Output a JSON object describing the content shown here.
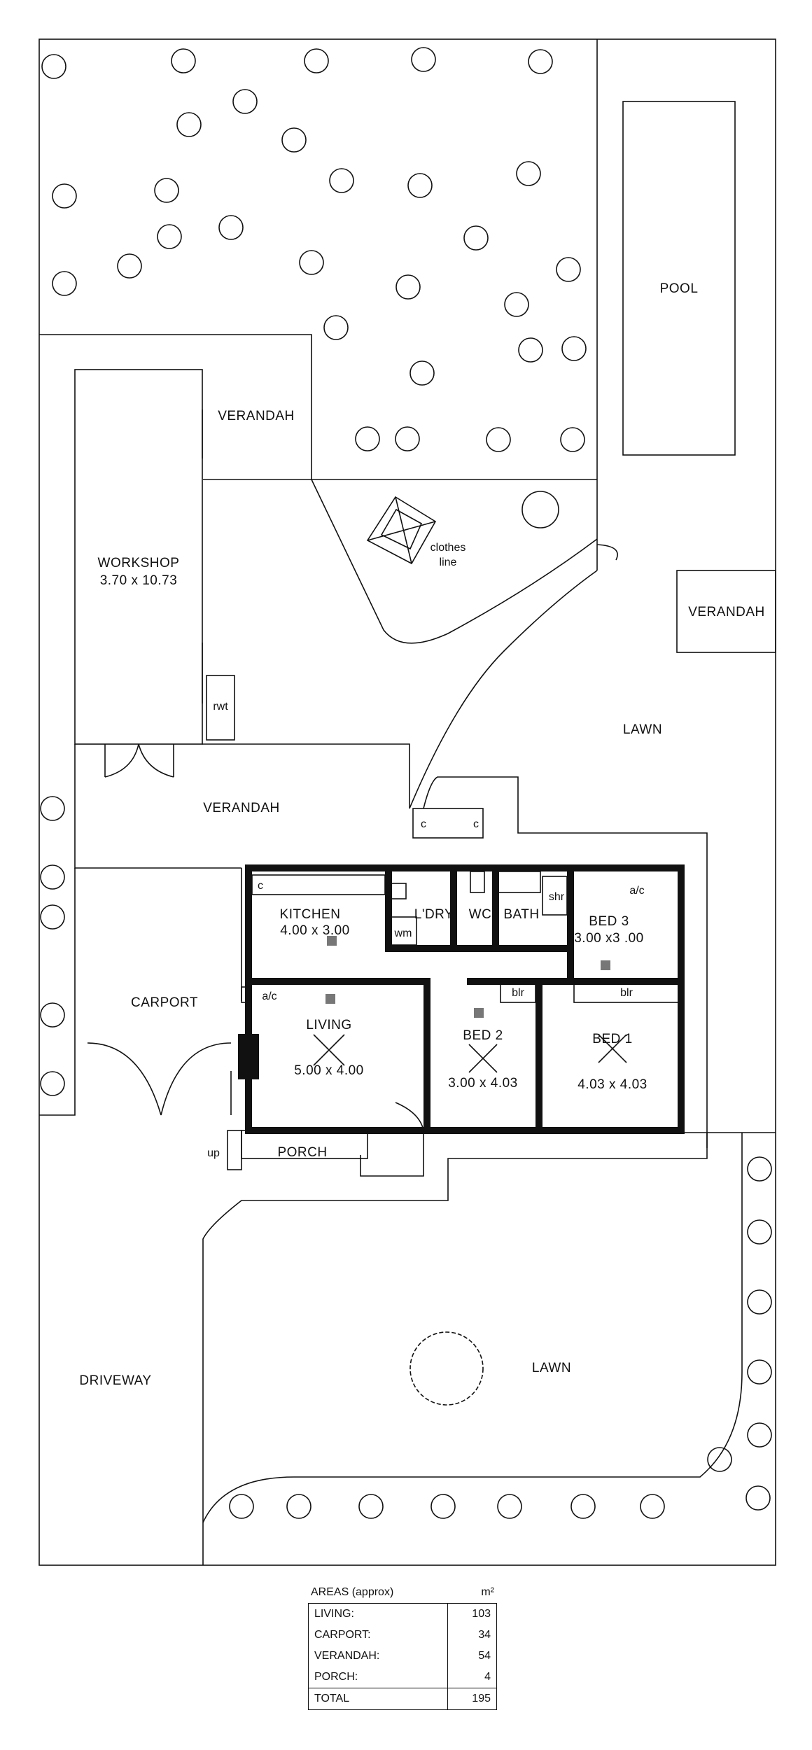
{
  "plan": {
    "rooms": {
      "pool": "POOL",
      "verandah_top": "VERANDAH",
      "verandah_right": "VERANDAH",
      "verandah_mid": "VERANDAH",
      "workshop": "WORKSHOP",
      "workshop_dim": "3.70 x 10.73",
      "clothes": "clothes",
      "clothes_line": "line",
      "rwt": "rwt",
      "lawn_upper": "LAWN",
      "lawn_lower": "LAWN",
      "carport": "CARPORT",
      "driveway": "DRIVEWAY",
      "kitchen": "KITCHEN",
      "kitchen_dim": "4.00 x 3.00",
      "ldry": "L'DRY",
      "wc": "WC",
      "bath": "BATH",
      "shr": "shr",
      "bed3": "BED 3",
      "bed3_dim": "3.00 x3 .00",
      "living": "LIVING",
      "living_dim": "5.00 x 4.00",
      "bed2": "BED 2",
      "bed2_dim": "3.00 x 4.03",
      "bed1": "BED 1",
      "bed1_dim": "4.03 x 4.03",
      "porch": "PORCH",
      "up": "up",
      "ac_kitchen": "a/c",
      "ac_bed3": "a/c",
      "c_left": "c",
      "c_right": "c",
      "c_kitchen": "c",
      "wm": "wm",
      "bir_bed2": "blr",
      "bir_bed1": "blr"
    }
  },
  "areas": {
    "title": "AREAS (approx)",
    "unit": "m²",
    "rows": [
      {
        "label": "LIVING:",
        "value": "103"
      },
      {
        "label": "CARPORT:",
        "value": "34"
      },
      {
        "label": "VERANDAH:",
        "value": "54"
      },
      {
        "label": "PORCH:",
        "value": "4"
      }
    ],
    "total": {
      "label": "TOTAL",
      "value": "195"
    }
  }
}
